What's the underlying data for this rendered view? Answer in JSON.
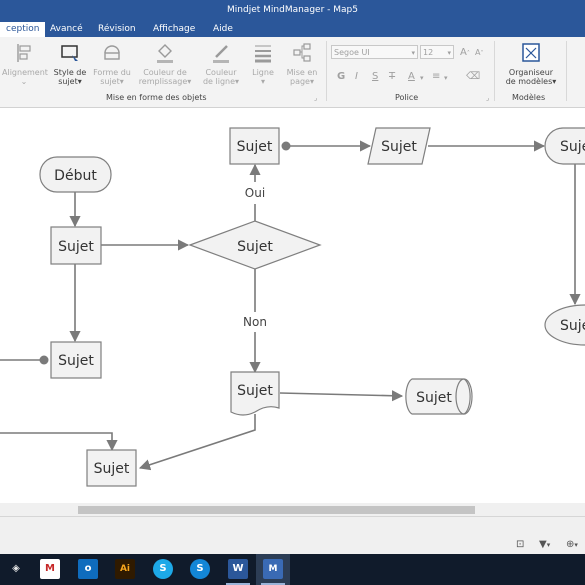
{
  "window": {
    "title": "Mindjet MindManager - Map5"
  },
  "tabs": [
    {
      "label": "ception",
      "active": true
    },
    {
      "label": "Avancé",
      "active": false
    },
    {
      "label": "Révision",
      "active": false
    },
    {
      "label": "Affichage",
      "active": false
    },
    {
      "label": "Aide",
      "active": false
    }
  ],
  "ribbon": {
    "alignement": "Alignement",
    "style_de": "Style de",
    "sujet": "sujet",
    "forme_du": "Forme du",
    "sujet2": "sujet",
    "couleur_de": "Couleur de",
    "remplissage": "remplissage",
    "couleur": "Couleur",
    "de_ligne": "de ligne",
    "ligne": "Ligne",
    "mise_en": "Mise en",
    "page": "page",
    "font_name": "Segoe UI",
    "font_size": "12",
    "organiseur": "Organiseur",
    "de_modeles": "de modèles",
    "groups": {
      "mise_en_forme": "Mise en forme des objets",
      "police": "Police",
      "modeles": "Modèles"
    },
    "format_glyphs": [
      "G",
      "I",
      "S",
      "T",
      "A"
    ],
    "grow_font": "A",
    "shrink_font": "A"
  },
  "diagram": {
    "start_label": "Début",
    "topic_label": "Sujet",
    "yes_label": "Oui",
    "no_label": "Non"
  },
  "colors": {
    "title_bar": "#2b579a",
    "taskbar": "#101b2b",
    "shape_fill": "#f2f2f2",
    "shape_stroke": "#7f7f7f",
    "connector": "#7a7a7a"
  },
  "taskbar": {
    "apps": [
      "onenote-like-icon",
      "mindjet-icon",
      "outlook-icon",
      "illustrator-icon",
      "skype-icon",
      "skype-business-icon",
      "word-icon",
      "mindmanager-icon"
    ],
    "outlook_letter": "o",
    "illustrator_letter": "Ai",
    "skype_letter": "S",
    "word_letter": "W"
  }
}
